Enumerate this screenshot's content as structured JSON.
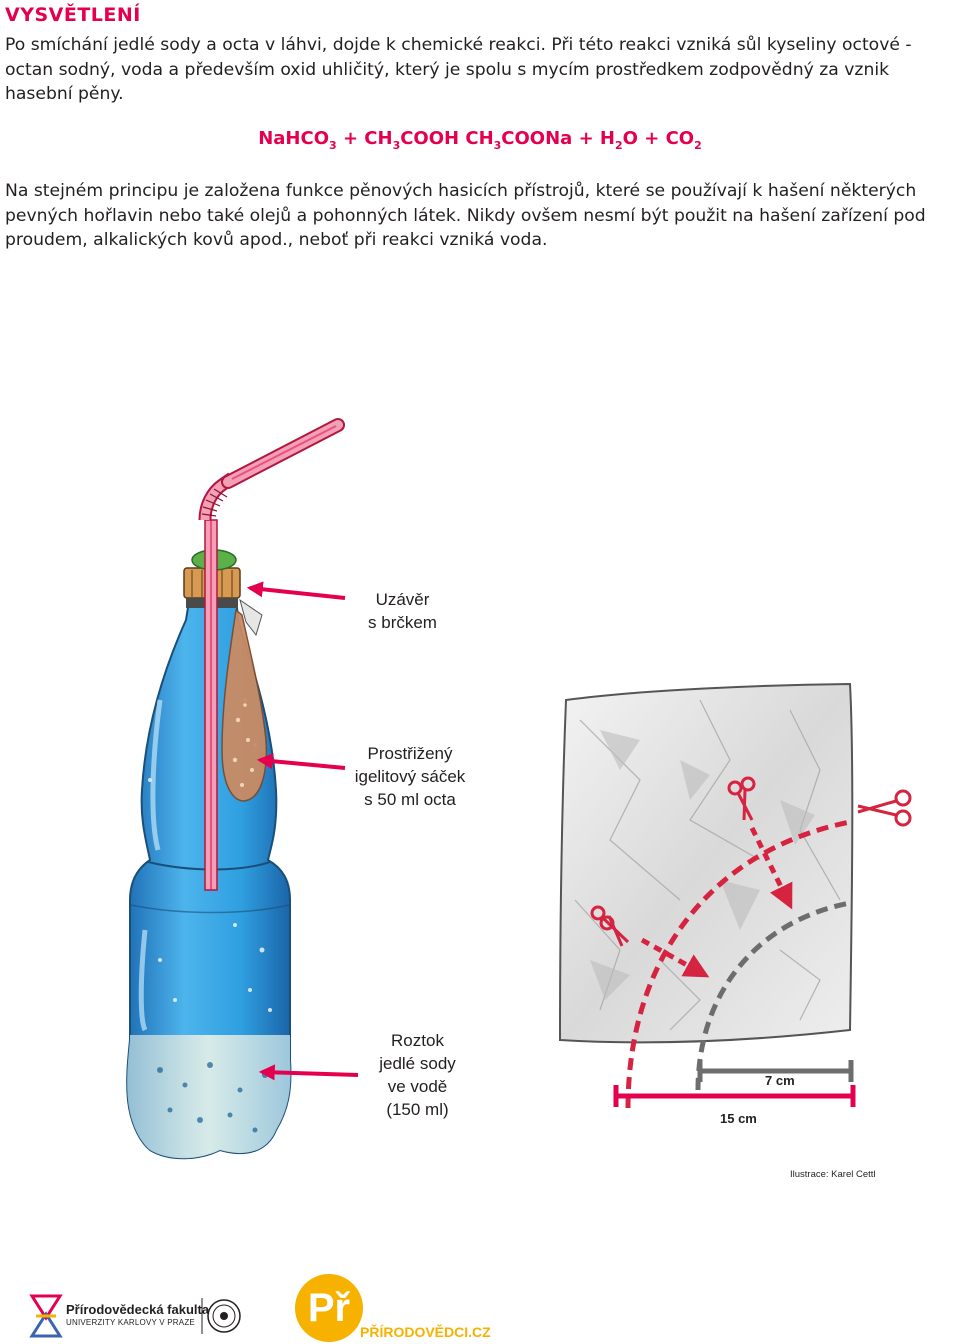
{
  "heading": "VYSVĚTLENÍ",
  "paragraph1": "Po smíchání jedlé sody a octa v láhvi, dojde k chemické reakci. Při této reakci vzniká sůl kyseliny octové - octan sodný, voda a především oxid uhličitý, který je spolu s mycím prostředkem zodpovědný za vznik hasební pěny.",
  "equation": {
    "t1": "NaHCO",
    "s1": "3",
    "t2": " + CH",
    "s2": "3",
    "t3": "COOH CH",
    "s3": "3",
    "t4": "COONa + H",
    "s4": "2",
    "t5": "O + CO",
    "s5": "2"
  },
  "paragraph2": "Na stejném principu je založena funkce pěnových hasicích přístrojů, které se používají k hašení některých pevných hořlavin nebo také olejů a pohonných látek. Nikdy ovšem nesmí být použit na hašení zařízení pod proudem, alkalických kovů apod., neboť při reakci vzniká voda.",
  "labels": {
    "cap": [
      "Uzávěr",
      "s brčkem"
    ],
    "bag": [
      "Prostřižený",
      "igelitový sáček",
      "s 50 ml octa"
    ],
    "solution": [
      "Roztok",
      "jedlé sody",
      "ve vodě",
      "(150 ml)"
    ]
  },
  "dimensions": {
    "inner": "7 cm",
    "outer": "15 cm"
  },
  "credit": "Ilustrace: Karel Cettl",
  "footer": {
    "faculty": "Přírodovědecká fakulta",
    "university": "UNIVERZITY KARLOVY V PRAZE",
    "badge": "Př",
    "site": "PŘÍRODOVĚDCI.CZ"
  },
  "colors": {
    "accent": "#e4004f",
    "bottle": "#2f9fe0",
    "logo_yellow": "#f7b200"
  }
}
